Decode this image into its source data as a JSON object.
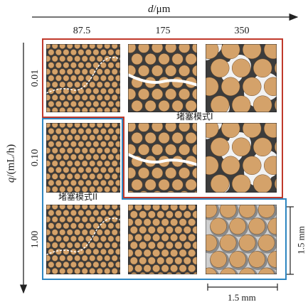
{
  "axes": {
    "x": {
      "symbol": "d",
      "unit": "/μm"
    },
    "y": {
      "symbol": "q",
      "unit": "/(mL/h)"
    }
  },
  "columns": [
    "87.5",
    "175",
    "350"
  ],
  "rows": [
    "0.01",
    "0.10",
    "1.00"
  ],
  "modes": {
    "mode1": {
      "label": "堵塞模式I",
      "color": "#c0392b"
    },
    "mode2": {
      "label": "堵塞模式II",
      "color": "#2e86c1"
    }
  },
  "scale_bars": {
    "horizontal": "1.5 mm",
    "vertical": "1.5 mm"
  },
  "colors": {
    "grain": "#d4a26a",
    "grain_edge": "#6b4a2a",
    "pore_dark": "#3c3c3c",
    "pore_light": "#f2f2f2",
    "gray_shadow": "#8a8a8a"
  },
  "panels": [
    {
      "row": 0,
      "col": 0,
      "pattern": "tight-channel"
    },
    {
      "row": 0,
      "col": 1,
      "pattern": "medium-crack"
    },
    {
      "row": 0,
      "col": 2,
      "pattern": "open-gaps"
    },
    {
      "row": 1,
      "col": 0,
      "pattern": "tight-plain"
    },
    {
      "row": 1,
      "col": 1,
      "pattern": "medium-crack"
    },
    {
      "row": 1,
      "col": 2,
      "pattern": "open-gaps"
    },
    {
      "row": 2,
      "col": 0,
      "pattern": "tight-channel"
    },
    {
      "row": 2,
      "col": 1,
      "pattern": "medium-plain"
    },
    {
      "row": 2,
      "col": 2,
      "pattern": "large-gray"
    }
  ]
}
